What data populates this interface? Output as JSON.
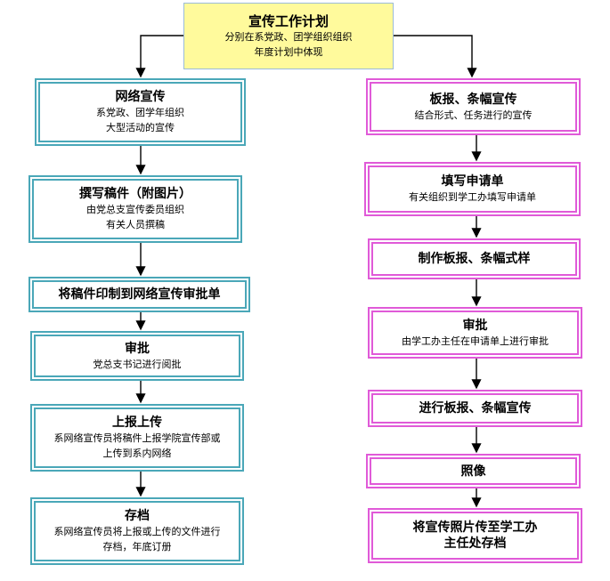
{
  "nodes": {
    "root": {
      "title": "宣传工作计划",
      "lines": [
        "分别在系党政、团学组织组织",
        "年度计划中体现"
      ]
    },
    "l1": {
      "title": "网络宣传",
      "lines": [
        "系党政、团学年组织",
        "大型活动的宣传"
      ]
    },
    "l2": {
      "title": "撰写稿件（附图片）",
      "lines": [
        "由党总支宣传委员组织",
        "有关人员撰稿"
      ]
    },
    "l3": {
      "title": "将稿件印制到网络宣传审批单",
      "lines": []
    },
    "l4": {
      "title": "审批",
      "lines": [
        "党总支书记进行阅批"
      ]
    },
    "l5": {
      "title": "上报上传",
      "lines": [
        "系网络宣传员将稿件上报学院宣传部或",
        "上传到系内网络"
      ]
    },
    "l6": {
      "title": "存档",
      "lines": [
        "系网络宣传员将上报或上传的文件进行",
        "存档，年底订册"
      ]
    },
    "r1": {
      "title": "板报、条幅宣传",
      "lines": [
        "结合形式、任务进行的宣传"
      ]
    },
    "r2": {
      "title": "填写申请单",
      "lines": [
        "有关组织到学工办填写申请单"
      ]
    },
    "r3": {
      "title": "制作板报、条幅式样",
      "lines": []
    },
    "r4": {
      "title": "审批",
      "lines": [
        "由学工办主任在申请单上进行审批"
      ]
    },
    "r5": {
      "title": "进行板报、条幅宣传",
      "lines": []
    },
    "r6": {
      "title": "照像",
      "lines": []
    },
    "r7": {
      "title": "将宣传照片传至学工办",
      "title2": "主任处存档",
      "lines": []
    }
  },
  "colors": {
    "left_border": "#4aa7b8",
    "right_border": "#e05ad8",
    "root_fill": "#fffa9c",
    "arrow": "#000000"
  }
}
